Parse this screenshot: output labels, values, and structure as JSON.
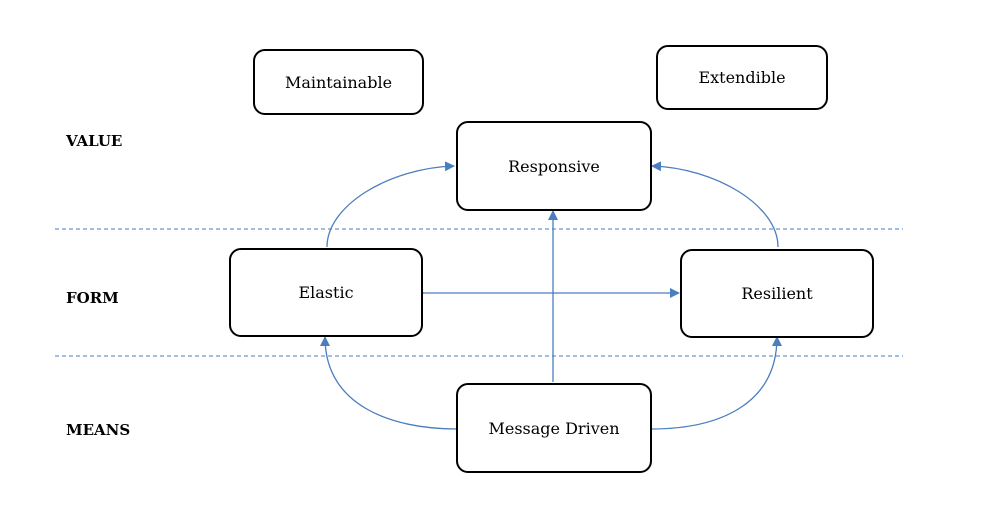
{
  "levels": {
    "value": "VALUE",
    "form": "FORM",
    "means": "MEANS"
  },
  "nodes": {
    "maintainable": "Maintainable",
    "extendible": "Extendible",
    "responsive": "Responsive",
    "elastic": "Elastic",
    "resilient": "Resilient",
    "message_driven": "Message Driven"
  },
  "colors": {
    "arrow": "#4a7ebf",
    "divider": "#4a7ebf",
    "border": "#000000"
  }
}
